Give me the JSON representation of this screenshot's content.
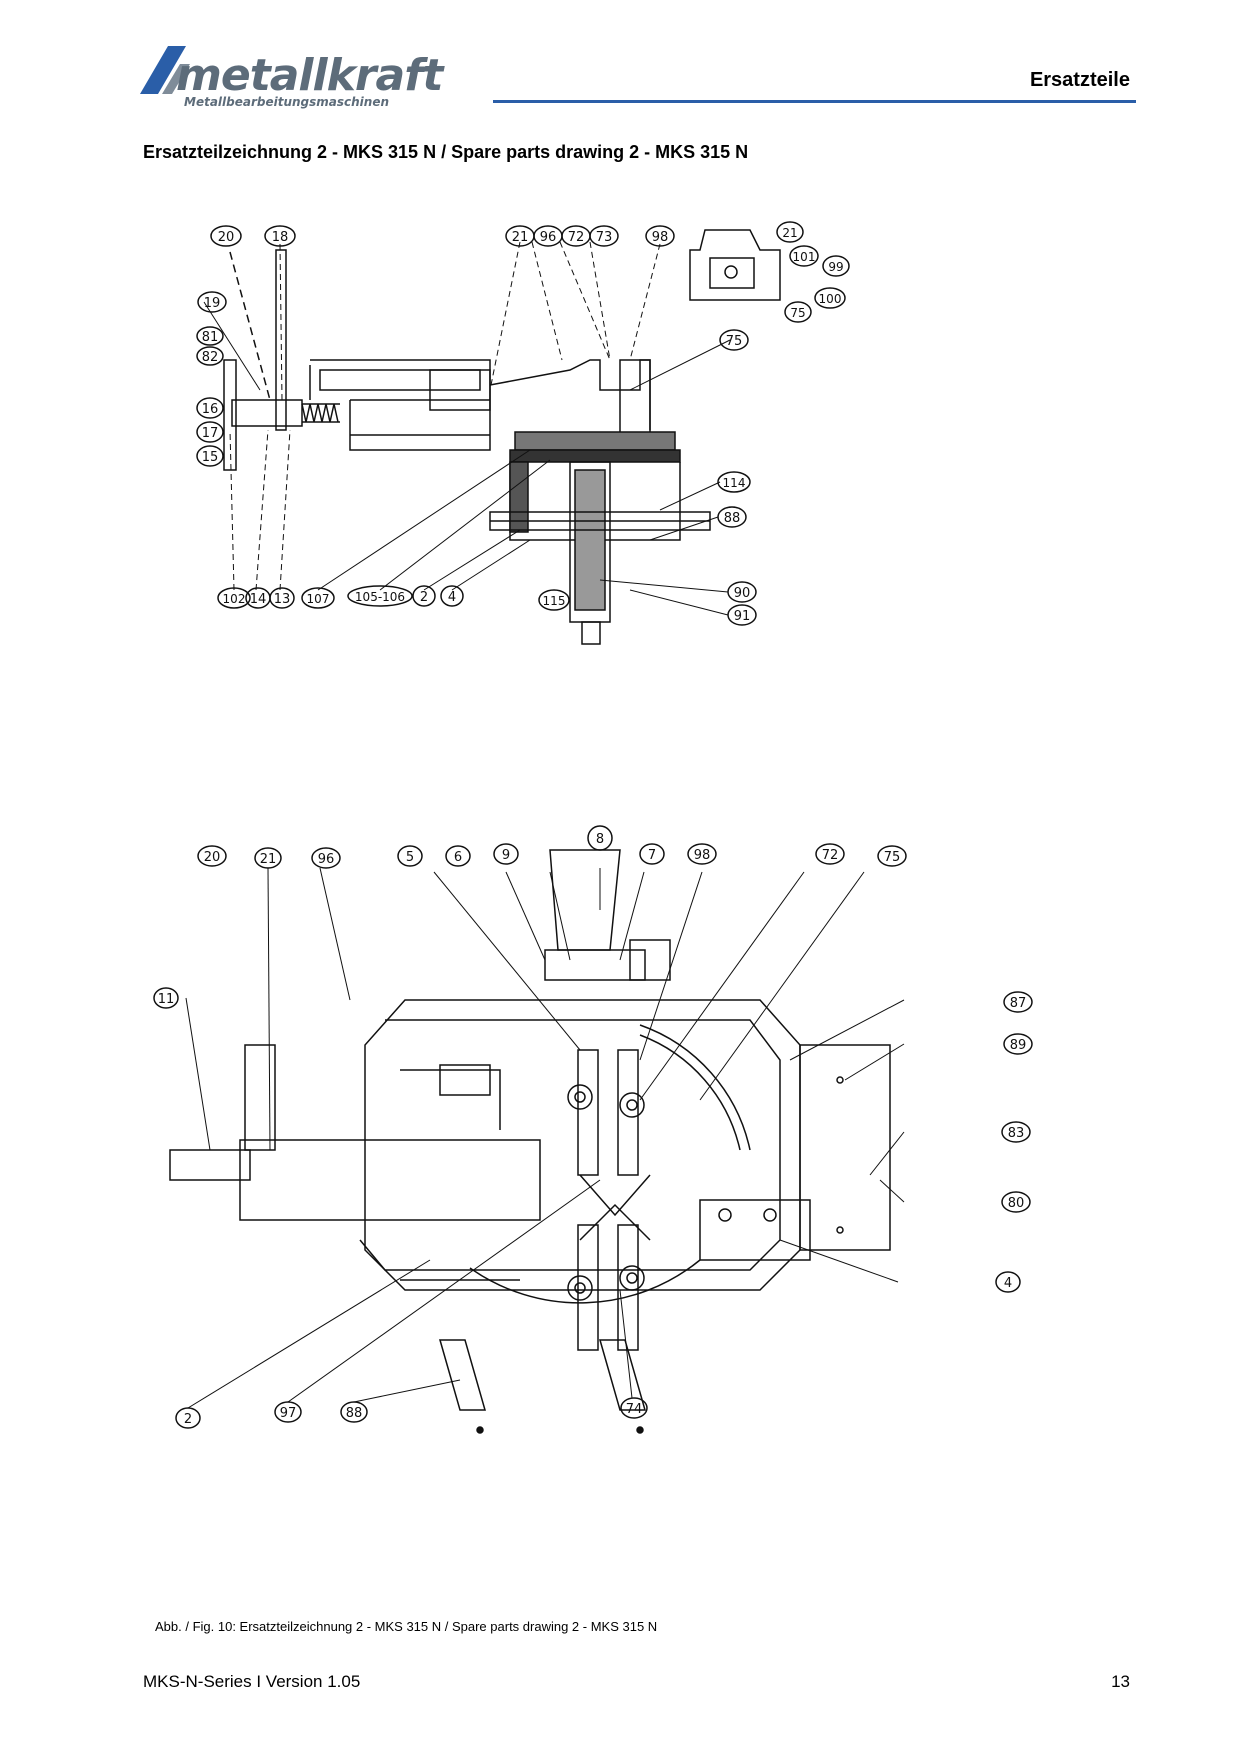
{
  "header": {
    "logo_name": "metallkraft",
    "logo_tagline": "Metallbearbeitungsmaschinen",
    "section_title": "Ersatzteile",
    "accent_color": "#2a5ea8"
  },
  "page_heading": "Ersatzteilzeichnung 2 - MKS 315 N / Spare parts drawing 2 - MKS 315 N",
  "drawing_top": {
    "callouts": [
      "20",
      "18",
      "21",
      "96",
      "72",
      "73",
      "98",
      "21",
      "101",
      "99",
      "100",
      "75",
      "19",
      "81",
      "82",
      "75",
      "16",
      "17",
      "15",
      "114",
      "88",
      "102",
      "14",
      "13",
      "107",
      "105-106",
      "2",
      "4",
      "115",
      "90",
      "91"
    ]
  },
  "drawing_bottom": {
    "callouts": [
      "8",
      "20",
      "21",
      "96",
      "5",
      "6",
      "9",
      "7",
      "98",
      "72",
      "75",
      "87",
      "89",
      "11",
      "83",
      "80",
      "4",
      "2",
      "97",
      "88",
      "74"
    ]
  },
  "figure_caption": "Abb. / Fig. 10: Ersatzteilzeichnung 2 - MKS 315 N / Spare parts drawing 2 - MKS 315 N",
  "footer": {
    "left": "MKS-N-Series I Version 1.05",
    "page_number": "13"
  }
}
